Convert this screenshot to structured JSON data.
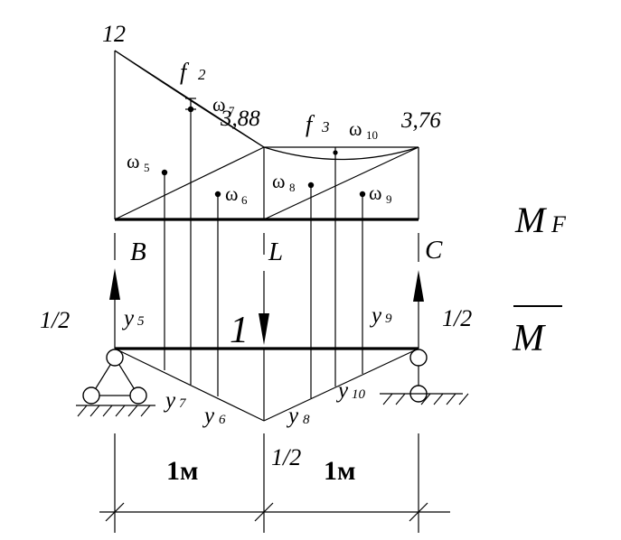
{
  "moment_diagram": {
    "value_left": "12",
    "value_mid": "3,88",
    "value_right": "3,76",
    "f2": "f",
    "f2_sub": "2",
    "f3": "f",
    "f3_sub": "3",
    "omega5": "ω",
    "omega5_sub": "5",
    "omega6": "ω",
    "omega6_sub": "6",
    "omega7": "ω",
    "omega7_sub": "7",
    "omega8": "ω",
    "omega8_sub": "8",
    "omega9": "ω",
    "omega9_sub": "9",
    "omega10": "ω",
    "omega10_sub": "10",
    "diagram_label_main": "M",
    "diagram_label_sub": "F"
  },
  "points": {
    "B": "B",
    "L": "L",
    "C": "C"
  },
  "unit_diagram": {
    "reaction_left": "1/2",
    "reaction_right": "1/2",
    "load": "1",
    "peak": "1/2",
    "y5": "y",
    "y5_sub": "5",
    "y6": "y",
    "y6_sub": "6",
    "y7": "y",
    "y7_sub": "7",
    "y8": "y",
    "y8_sub": "8",
    "y9": "y",
    "y9_sub": "9",
    "y10": "y",
    "y10_sub": "10",
    "diagram_label": "M"
  },
  "dimensions": {
    "left_span": "1м",
    "right_span": "1м"
  }
}
